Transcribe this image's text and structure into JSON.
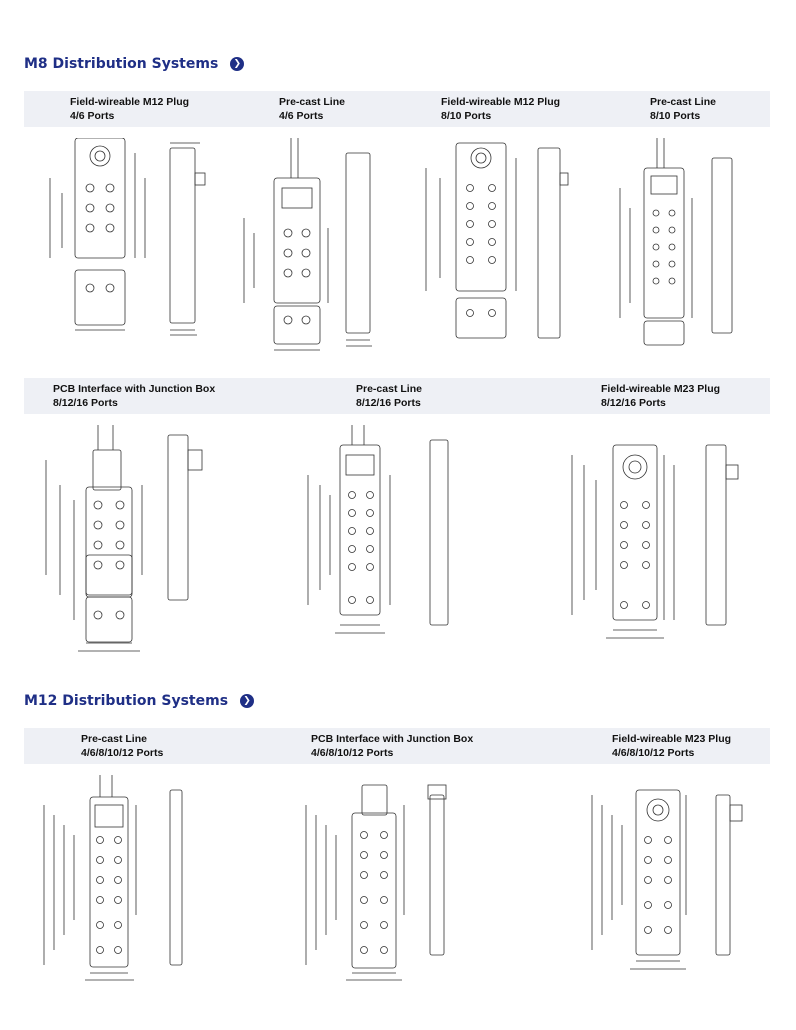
{
  "m8": {
    "title": "M8 Distribution Systems",
    "row1": [
      {
        "name": "Field-wireable M12 Plug",
        "ports": "4/6 Ports"
      },
      {
        "name": "Pre-cast Line",
        "ports": "4/6 Ports"
      },
      {
        "name": "Field-wireable M12 Plug",
        "ports": "8/10 Ports"
      },
      {
        "name": "Pre-cast Line",
        "ports": "8/10 Ports"
      }
    ],
    "row2": [
      {
        "name": "PCB Interface with Junction Box",
        "ports": "8/12/16 Ports"
      },
      {
        "name": "Pre-cast Line",
        "ports": "8/12/16 Ports"
      },
      {
        "name": "Field-wireable M23 Plug",
        "ports": "8/12/16 Ports"
      }
    ]
  },
  "m12": {
    "title": "M12 Distribution Systems",
    "row": [
      {
        "name": "Pre-cast Line",
        "ports": "4/6/8/10/12 Ports"
      },
      {
        "name": "PCB Interface with Junction Box",
        "ports": "4/6/8/10/12 Ports"
      },
      {
        "name": "Field-wireable M23 Plug",
        "ports": "4/6/8/10/12 Ports"
      }
    ]
  }
}
